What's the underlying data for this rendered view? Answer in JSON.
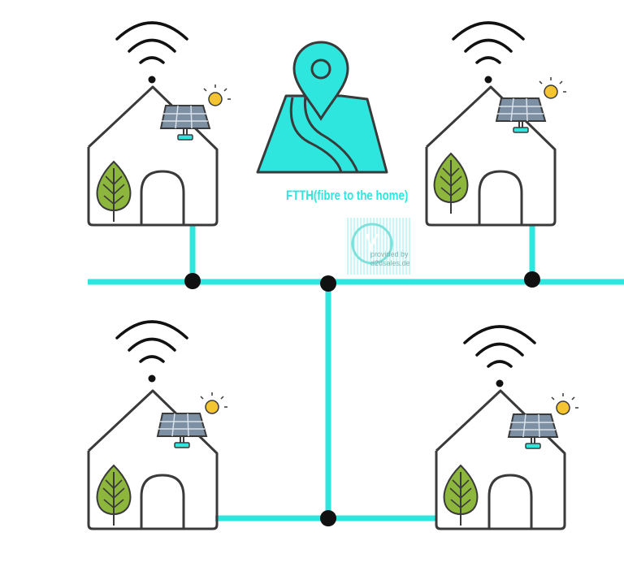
{
  "caption": "FTTH(fibre to the home)",
  "watermark": {
    "line1": "provided by",
    "line2": "d2dsales.de"
  },
  "colors": {
    "fibre": "#2EE6DD",
    "outline": "#3A3A3A",
    "node": "#111111",
    "leaf": "#8DB63C",
    "panel": "#7D8FA3",
    "sun": "#F5C531",
    "map_fill": "#2EE6DD"
  },
  "icons": [
    "house-icon",
    "wifi-icon",
    "solar-panel-icon",
    "sun-icon",
    "leaf-icon",
    "map-pin-icon",
    "map-icon"
  ]
}
